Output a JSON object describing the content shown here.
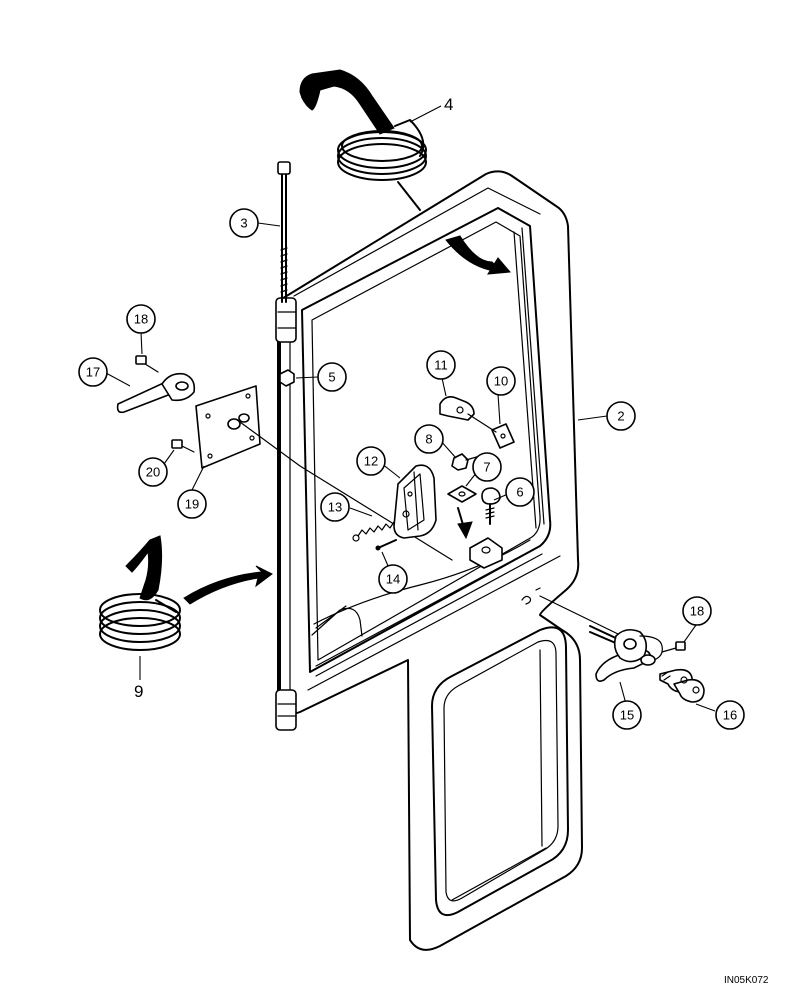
{
  "diagram": {
    "callouts": [
      {
        "id": "2",
        "label": "2"
      },
      {
        "id": "3",
        "label": "3"
      },
      {
        "id": "4",
        "label": "4"
      },
      {
        "id": "5",
        "label": "5"
      },
      {
        "id": "6",
        "label": "6"
      },
      {
        "id": "7",
        "label": "7"
      },
      {
        "id": "8",
        "label": "8"
      },
      {
        "id": "9",
        "label": "9"
      },
      {
        "id": "10",
        "label": "10"
      },
      {
        "id": "11",
        "label": "11"
      },
      {
        "id": "12",
        "label": "12"
      },
      {
        "id": "13",
        "label": "13"
      },
      {
        "id": "14",
        "label": "14"
      },
      {
        "id": "15",
        "label": "15"
      },
      {
        "id": "16",
        "label": "16"
      },
      {
        "id": "17",
        "label": "17"
      },
      {
        "id": "18a",
        "label": "18"
      },
      {
        "id": "18b",
        "label": "18"
      },
      {
        "id": "19",
        "label": "19"
      },
      {
        "id": "20",
        "label": "20"
      }
    ],
    "drawing_code": "IN05K072"
  }
}
